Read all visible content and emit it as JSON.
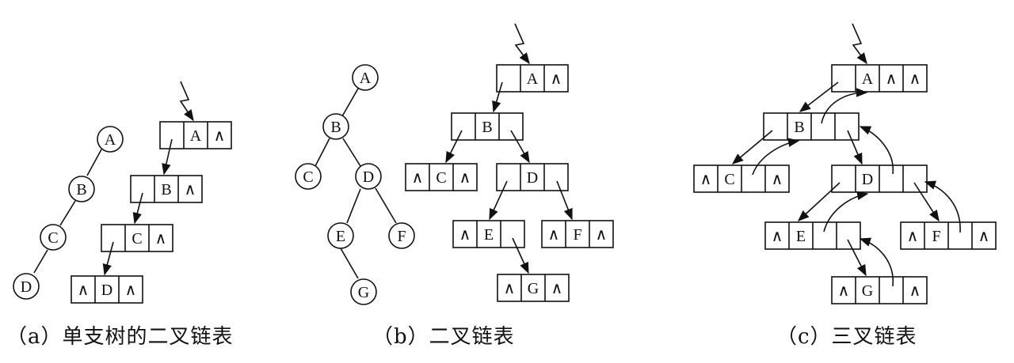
{
  "captions": {
    "a": "（a）单支树的二叉链表",
    "b": "（b）二叉链表",
    "c": "（c）三叉链表"
  },
  "null_symbol": "∧",
  "panel_a": {
    "tree_nodes": [
      "A",
      "B",
      "C",
      "D"
    ],
    "list_nodes": [
      {
        "id": "A",
        "left": "",
        "right": "∧"
      },
      {
        "id": "B",
        "left": "",
        "right": "∧"
      },
      {
        "id": "C",
        "left": "",
        "right": "∧"
      },
      {
        "id": "D",
        "left": "∧",
        "right": "∧"
      }
    ]
  },
  "panel_b": {
    "tree_nodes": [
      "A",
      "B",
      "C",
      "D",
      "E",
      "F",
      "G"
    ],
    "list_nodes": [
      {
        "id": "A",
        "left": "",
        "right": "∧"
      },
      {
        "id": "B",
        "left": "",
        "right": ""
      },
      {
        "id": "C",
        "left": "∧",
        "right": "∧"
      },
      {
        "id": "D",
        "left": "",
        "right": ""
      },
      {
        "id": "E",
        "left": "∧",
        "right": ""
      },
      {
        "id": "F",
        "left": "∧",
        "right": "∧"
      },
      {
        "id": "G",
        "left": "∧",
        "right": "∧"
      }
    ]
  },
  "panel_c": {
    "list_nodes": [
      {
        "id": "A",
        "left": "",
        "parent": "∧",
        "right": "∧"
      },
      {
        "id": "B",
        "left": "",
        "parent": "",
        "right": ""
      },
      {
        "id": "C",
        "left": "∧",
        "parent": "",
        "right": "∧"
      },
      {
        "id": "D",
        "left": "",
        "parent": "",
        "right": ""
      },
      {
        "id": "E",
        "left": "∧",
        "parent": "",
        "right": ""
      },
      {
        "id": "F",
        "left": "∧",
        "parent": "",
        "right": "∧"
      },
      {
        "id": "G",
        "left": "∧",
        "parent": "",
        "right": "∧"
      }
    ]
  }
}
